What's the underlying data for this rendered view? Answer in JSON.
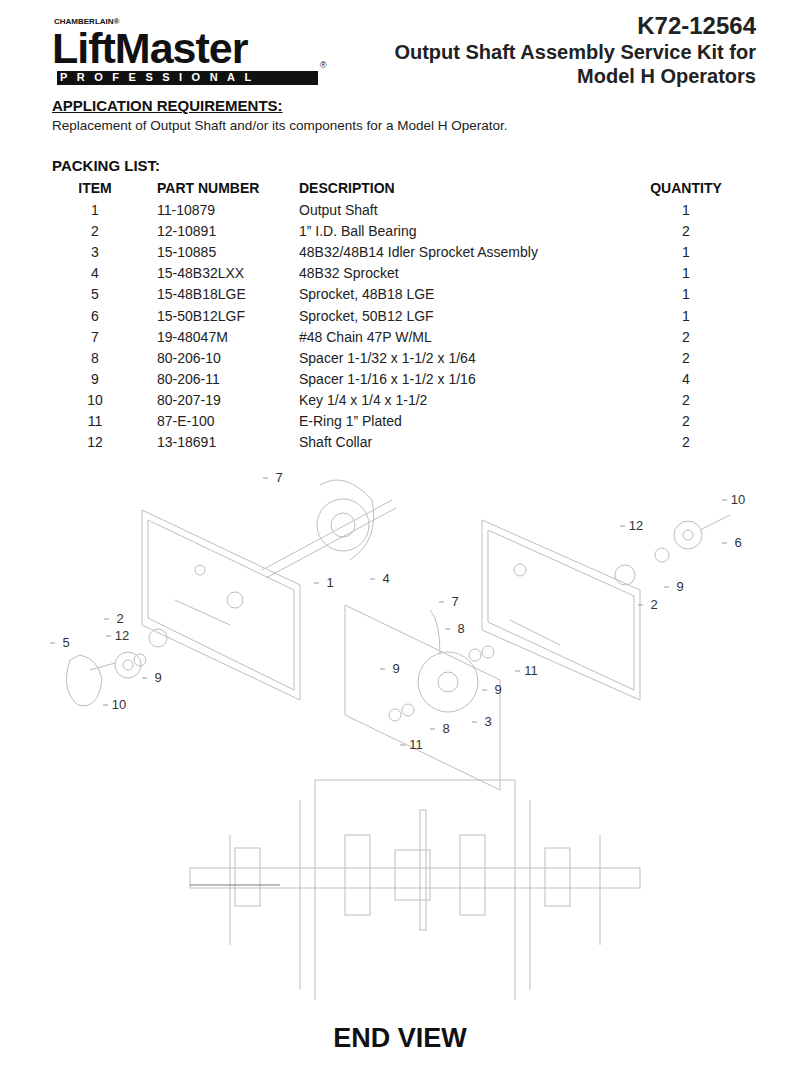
{
  "diagram": {
    "title": "K72-12564",
    "caption": "END VIEW",
    "labels": [
      "CHAMBERLAIN®",
      "LiftMaster",
      "PROFESSIONAL",
      "®",
      "Output Shaft Assembly Service Kit for Model H Operators",
      "APPLICATION REQUIREMENTS:",
      "Replacement of Output Shaft and/or its components for a Model H Operator.",
      "PACKING LIST:",
      "ITEM",
      "PART NUMBER",
      "DESCRIPTION",
      "QUANTITY",
      "1",
      "11-10879",
      "Output Shaft",
      "1",
      "2",
      "12-10891",
      "1” I.D. Ball Bearing",
      "2",
      "3",
      "15-10885",
      "48B32/48B14 Idler Sprocket Assembly",
      "1",
      "4",
      "15-48B32LXX",
      "48B32 Sprocket",
      "1",
      "5",
      "15-48B18LGE",
      "Sprocket, 48B18 LGE",
      "1",
      "6",
      "15-50B12LGF",
      "Sprocket, 50B12 LGF",
      "1",
      "7",
      "19-48047M",
      "#48 Chain 47P W/ML",
      "2",
      "8",
      "80-206-10",
      "Spacer 1-1/32 x 1-1/2 x 1/64",
      "2",
      "9",
      "80-206-11",
      "Spacer 1-1/16 x 1-1/2 x 1/16",
      "4",
      "10",
      "80-207-19",
      "Key 1/4 x 1/4 x 1-1/2",
      "2",
      "11",
      "87-E-100",
      "E-Ring 1” Plated",
      "2",
      "12",
      "13-18691",
      "Shaft Collar",
      "2",
      "7",
      "1",
      "4",
      "10",
      "12",
      "6",
      "9",
      "2",
      "2",
      "12",
      "5",
      "9",
      "10",
      "7",
      "8",
      "11",
      "9",
      "9",
      "3",
      "8",
      "11"
    ]
  }
}
